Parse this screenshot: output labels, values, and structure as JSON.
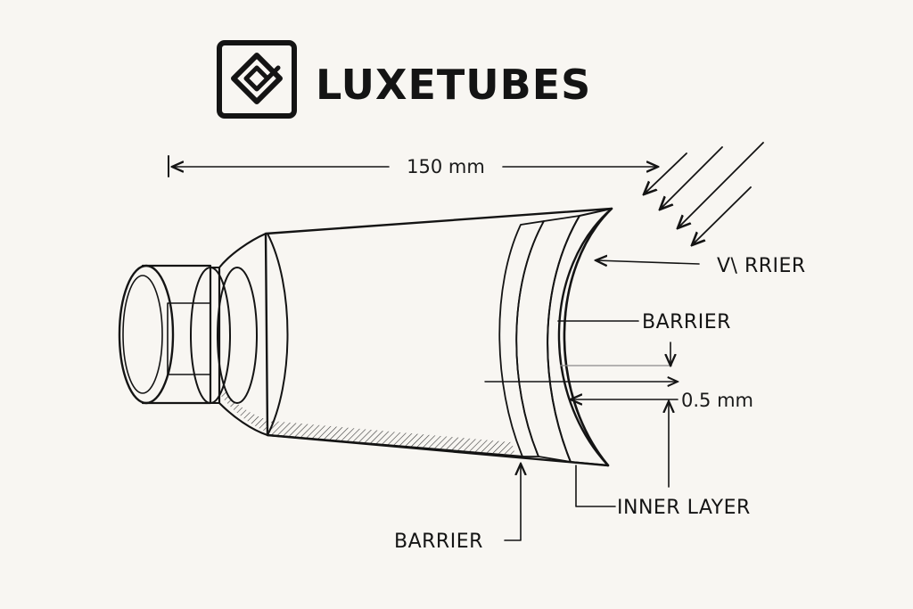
{
  "brand": {
    "name": "LUXETUBES",
    "logo_icon": "diamond-square-logo-icon"
  },
  "dimensions": {
    "length": "150 mm",
    "thickness": "0.5 mm"
  },
  "labels": {
    "top_right_barrier": "V\\ RRIER",
    "middle_barrier": "BARRIER",
    "inner_layer": "INNER LAYER",
    "bottom_barrier": "BARRIER"
  },
  "colors": {
    "ink": "#141414",
    "background": "#f8f6f2"
  }
}
